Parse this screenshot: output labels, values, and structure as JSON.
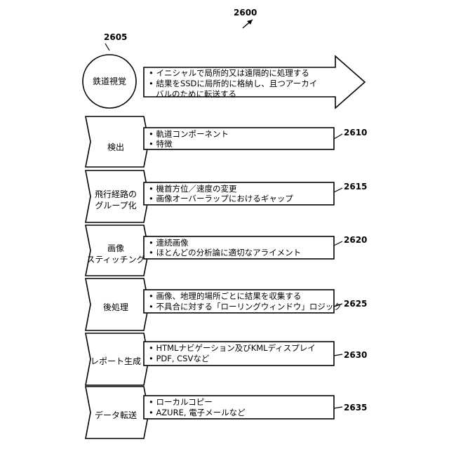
{
  "figure_number": "2600",
  "header": {
    "ref": "2605",
    "label": "鉄道視覚",
    "bullets": [
      "• イニシャルで局所的又は遠隔的に処理する",
      "• 結果をSSDに局所的に格納し、且つアーカイ",
      "バルのために転送する"
    ]
  },
  "steps": [
    {
      "ref": "2610",
      "label_lines": [
        "検出"
      ],
      "bullets": [
        "• 軌道コンポーネント",
        "• 特徴"
      ]
    },
    {
      "ref": "2615",
      "label_lines": [
        "飛行経路の",
        "グループ化"
      ],
      "bullets": [
        "• 機首方位／速度の変更",
        "• 画像オーバーラップにおけるギャップ"
      ]
    },
    {
      "ref": "2620",
      "label_lines": [
        "画像",
        "スティッチング"
      ],
      "bullets": [
        "• 連続画像",
        "• ほとんどの分析論に適切なアライメント"
      ]
    },
    {
      "ref": "2625",
      "label_lines": [
        "後処理"
      ],
      "bullets": [
        "• 画像、地理的場所ごとに結果を収集する",
        "• 不具合に対する「ローリングウィンドウ」ロジック"
      ]
    },
    {
      "ref": "2630",
      "label_lines": [
        "レポート生成"
      ],
      "bullets": [
        "• HTMLナビゲーション及びKMLディスプレイ",
        "• PDF, CSVなど"
      ]
    },
    {
      "ref": "2635",
      "label_lines": [
        "データ転送"
      ],
      "bullets": [
        "• ローカルコピー",
        "• AZURE, 電子メールなど"
      ]
    }
  ]
}
